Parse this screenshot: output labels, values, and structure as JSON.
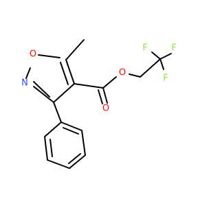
{
  "colors": {
    "bond": "#000000",
    "oxygen": "#ff0d0d",
    "nitrogen": "#3050f8",
    "fluorine": "#90e050"
  },
  "atoms": {
    "ring_oxygen": "O",
    "ring_nitrogen": "N",
    "carbonyl_oxygen": "O",
    "ester_oxygen": "O",
    "fluorine_top_left": "F",
    "fluorine_top_right": "F",
    "fluorine_right": "F"
  }
}
